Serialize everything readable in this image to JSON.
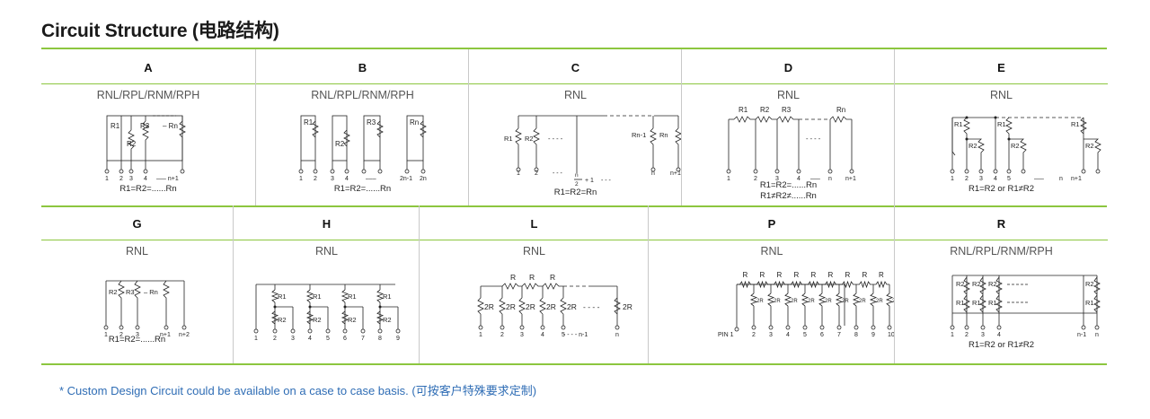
{
  "title": "Circuit Structure (电路结构)",
  "row1": [
    {
      "letter": "A",
      "type": "RNL/RPL/RNM/RPH",
      "formula": "R1=R2=......Rn",
      "labels": {
        "r1": "R1",
        "r2": "R2",
        "r3": "R3",
        "rn": "– Rn",
        "p1": "1",
        "p2": "2",
        "p3": "3",
        "p4": "4",
        "pn": "—– n+1"
      }
    },
    {
      "letter": "B",
      "type": "RNL/RPL/RNM/RPH",
      "formula": "R1=R2=......Rn",
      "labels": {
        "r1": "R1",
        "r2": "R2",
        "r3": "R3",
        "rn": "Rn",
        "p1": "1",
        "p2": "2",
        "p3": "3",
        "p4": "4",
        "pd": "–––",
        "pa": "2n-1",
        "pb": "2n"
      }
    },
    {
      "letter": "C",
      "type": "RNL",
      "formula": "R1=R2=Rn",
      "labels": {
        "r1": "R1",
        "r2": "R2",
        "rdash": "- - - -",
        "rnm1": "Rn-1",
        "rn": "Rn",
        "p1": "1",
        "p2": "2",
        "pdots1": "- - -",
        "pfrac_num": "n",
        "pfrac_den": "2",
        "pplus": "+ 1",
        "pdots2": "- - -",
        "pn": "n",
        "pn1": "n+1"
      }
    },
    {
      "letter": "D",
      "type": "RNL",
      "formula": "R1=R2=......Rn",
      "formula2": "R1≠R2≠......Rn",
      "labels": {
        "r1": "R1",
        "r2": "R2",
        "r3": "R3",
        "rn": "Rn",
        "rdash": "- - - -",
        "p1": "1",
        "p2": "2",
        "p3": "3",
        "p4": "4",
        "pd": "—–",
        "pn": "n",
        "pn1": "n+1"
      }
    },
    {
      "letter": "E",
      "type": "RNL",
      "formula": "R1=R2 or R1≠R2",
      "labels": {
        "r1": "R1",
        "r2": "R2",
        "p1": "1",
        "p2": "2",
        "p3": "3",
        "p4": "4",
        "p5": "5",
        "pd": "—–",
        "pn": "n",
        "pn1": "n+1"
      }
    }
  ],
  "row2": [
    {
      "letter": "G",
      "type": "RNL",
      "formula": "R1=R2=......Rn",
      "labels": {
        "r2": "R2",
        "r3": "R3",
        "rn": "– Rn",
        "p1": "1",
        "p2": "2",
        "p3": "3",
        "pn1": "n+1",
        "pn2": "n+2"
      }
    },
    {
      "letter": "H",
      "type": "RNL",
      "labels": {
        "r1": "R1",
        "r2": "R2",
        "pins": [
          "1",
          "2",
          "3",
          "4",
          "5",
          "6",
          "7",
          "8",
          "9"
        ]
      }
    },
    {
      "letter": "L",
      "type": "RNL",
      "labels": {
        "r": "R",
        "r2": "2R",
        "pins": [
          "1",
          "2",
          "3",
          "4",
          "5"
        ],
        "pdash": "- - - - n-1",
        "pn": "n"
      }
    },
    {
      "letter": "P",
      "type": "RNL",
      "labels": {
        "r": "R",
        "r2": "2R",
        "pin1": "PIN 1",
        "pins": [
          "2",
          "3",
          "4",
          "5",
          "6",
          "7",
          "8",
          "9",
          "10"
        ]
      }
    },
    {
      "letter": "R",
      "type": "RNL/RPL/RNM/RPH",
      "formula": "R1=R2 or R1≠R2",
      "labels": {
        "r1": "R1",
        "r2": "R2",
        "p1": "1",
        "p2": "2",
        "p3": "3",
        "p4": "4",
        "pn1": "n-1",
        "pn": "n"
      }
    }
  ],
  "note": "* Custom Design Circuit could be available on a case to case basis. (可按客户特殊要求定制)"
}
